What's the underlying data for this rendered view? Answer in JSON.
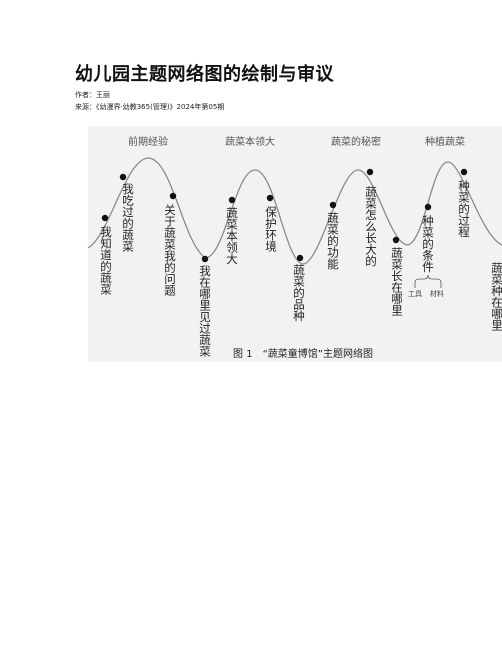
{
  "article": {
    "title": "幼儿园主题网络图的绘制与审议",
    "author_line": "作者：王丽",
    "source_line": "来源：《幼漫界·幼教365(管理)》2024年第05期"
  },
  "figure": {
    "categories": [
      "前期经验",
      "蔬菜本领大",
      "蔬菜的秘密",
      "种植蔬菜"
    ],
    "nodes": [
      "我知道的蔬菜",
      "我吃过的蔬菜",
      "关于蔬菜我的问题",
      "我在哪里见过蔬菜",
      "蔬菜本领大",
      "保护环境",
      "蔬菜的品种",
      "蔬菜的功能",
      "蔬菜怎么长大的",
      "蔬菜长在哪里",
      "种菜的条件",
      "种菜的过程",
      "蔬菜种在哪里"
    ],
    "sub_items": [
      "工具",
      "材料"
    ],
    "caption": "图 1　“蔬菜童博馆”主题网络图"
  }
}
